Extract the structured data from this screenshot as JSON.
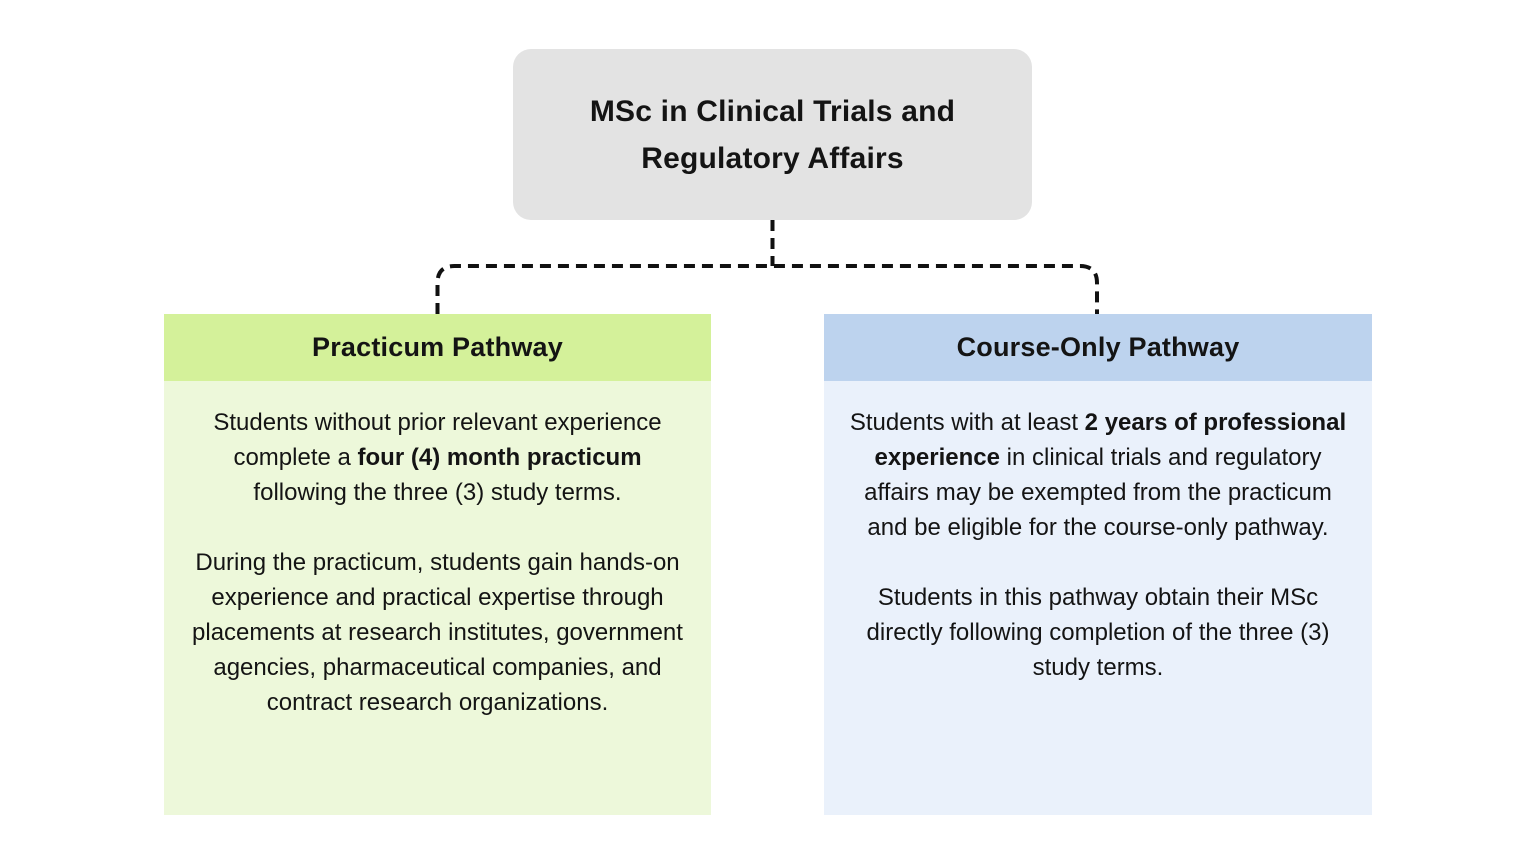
{
  "colors": {
    "canvas-bg": "#ffffff",
    "root-bg": "#e3e3e3",
    "text": "#141414",
    "connector": "#111111",
    "green-header-bg": "#d4f19a",
    "green-body-bg": "#edf8da",
    "blue-header-bg": "#bdd3ee",
    "blue-body-bg": "#eaf1fb"
  },
  "root": {
    "title": "MSc in Clinical Trials and Regulatory Affairs"
  },
  "pathways": [
    {
      "title": "Practicum Pathway",
      "paragraphs": [
        [
          {
            "t": "Students without prior relevant experience complete a ",
            "b": false
          },
          {
            "t": "four (4) month practicum",
            "b": true
          },
          {
            "t": " following the three (3) study terms.",
            "b": false
          }
        ],
        [
          {
            "t": "During the practicum, students gain hands-on experience and practical expertise through placements at research institutes, government agencies, pharmaceutical companies, and contract research organizations.",
            "b": false
          }
        ]
      ]
    },
    {
      "title": "Course-Only Pathway",
      "paragraphs": [
        [
          {
            "t": "Students with at least ",
            "b": false
          },
          {
            "t": "2 years of professional experience",
            "b": true
          },
          {
            "t": " in clinical trials and regulatory affairs may be exempted from the practicum and be eligible for the course-only pathway.",
            "b": false
          }
        ],
        [
          {
            "t": "Students in this pathway obtain their MSc directly following completion of the three (3) study terms.",
            "b": false
          }
        ]
      ]
    }
  ]
}
